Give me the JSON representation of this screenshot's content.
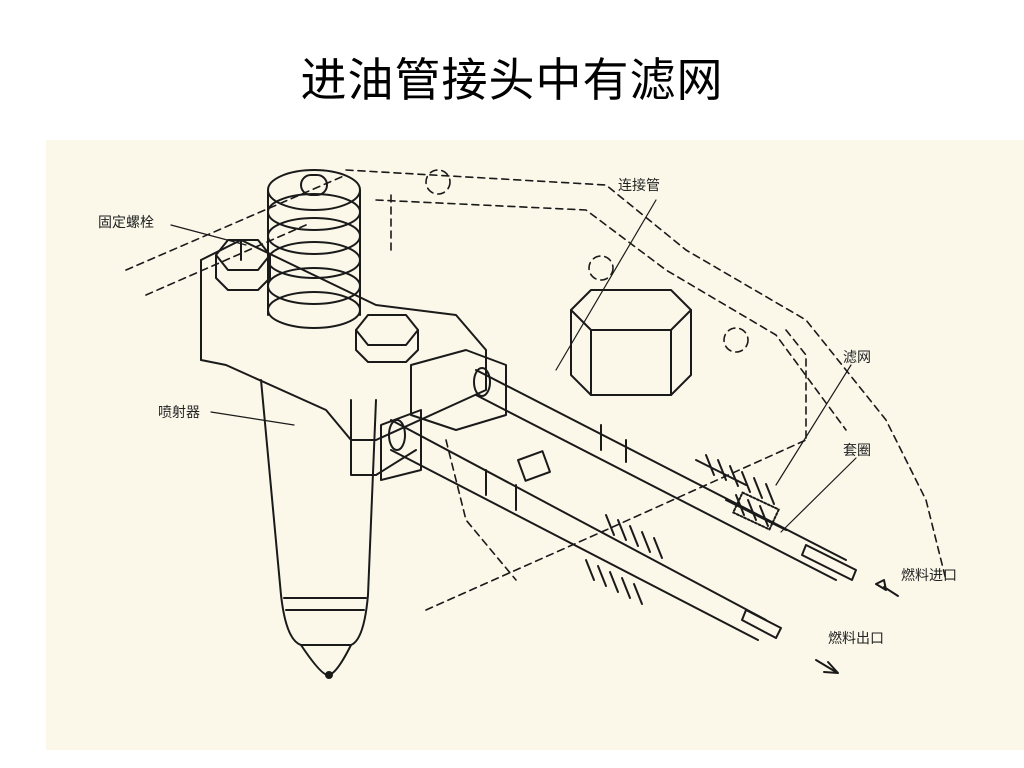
{
  "title": "进油管接头中有滤网",
  "diagram": {
    "labels": {
      "fixing_bolt": "固定螺栓",
      "connecting_pipe": "连接管",
      "filter_screen": "滤网",
      "injector": "喷射器",
      "ferrule": "套圈",
      "fuel_inlet": "燃料进口",
      "fuel_outlet": "燃料出口"
    },
    "colors": {
      "background": "#fbf8ea",
      "line": "#1a1a1a"
    }
  }
}
